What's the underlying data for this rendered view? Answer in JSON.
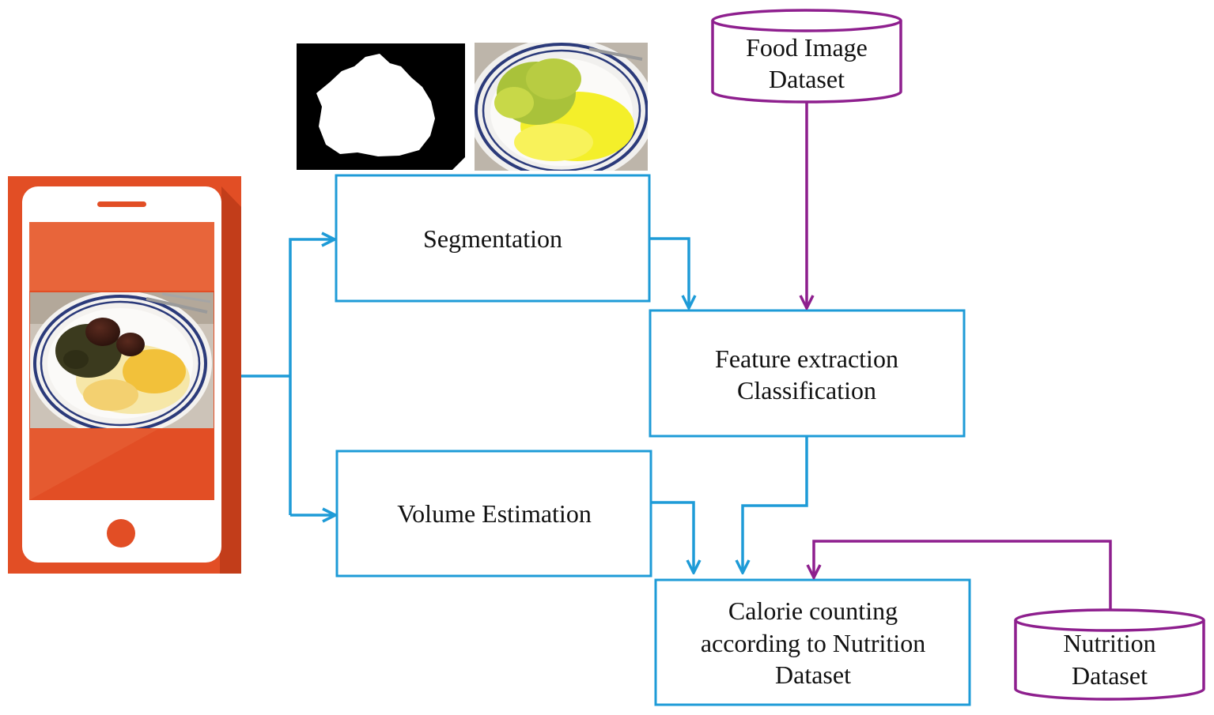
{
  "nodes": {
    "segmentation": {
      "label": "Segmentation"
    },
    "feature_extraction": {
      "line1": "Feature extraction",
      "line2": "Classification"
    },
    "volume_estimation": {
      "label": "Volume Estimation"
    },
    "calorie_counting": {
      "line1": "Calorie counting",
      "line2": "according to Nutrition",
      "line3": "Dataset"
    },
    "food_image_dataset": {
      "line1": "Food Image",
      "line2": "Dataset"
    },
    "nutrition_dataset": {
      "line1": "Nutrition",
      "line2": "Dataset"
    }
  },
  "colors": {
    "process_blue": "#1e9bd7",
    "dataset_purple": "#8e1f8e",
    "phone_orange": "#e24e25",
    "phone_shadow": "#c23d1a",
    "screen_orange": "#e8653a"
  },
  "icons": {
    "phone": "smartphone-icon",
    "mask": "segmentation-mask-image",
    "overlay": "segmentation-overlay-image",
    "food": "food-plate-photo"
  }
}
